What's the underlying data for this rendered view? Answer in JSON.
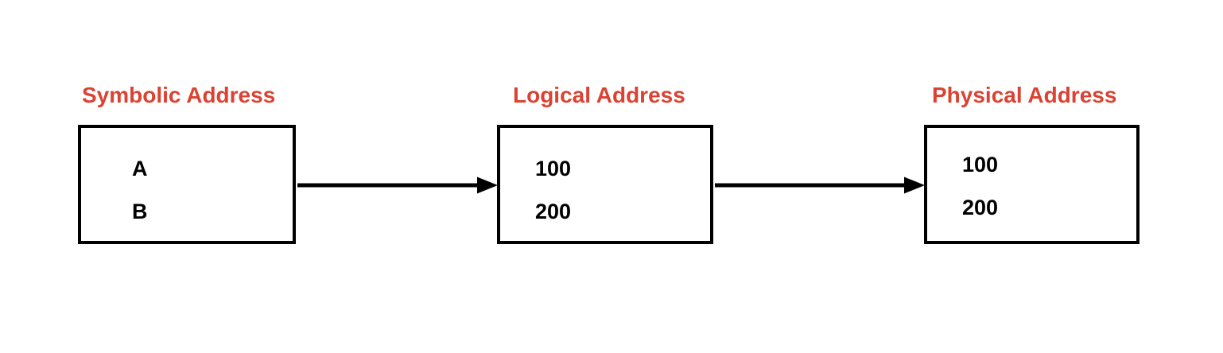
{
  "colors": {
    "accent": "#DB4232",
    "stroke": "#000000",
    "background": "#FFFFFF"
  },
  "diagram": {
    "nodes": [
      {
        "id": "symbolic",
        "title": "Symbolic Address",
        "items": [
          "A",
          "B"
        ]
      },
      {
        "id": "logical",
        "title": "Logical Address",
        "items": [
          "100",
          "200"
        ]
      },
      {
        "id": "physical",
        "title": "Physical Address",
        "items": [
          "100",
          "200"
        ]
      }
    ],
    "arrows": [
      {
        "from": "symbolic",
        "to": "logical"
      },
      {
        "from": "logical",
        "to": "physical"
      }
    ]
  }
}
